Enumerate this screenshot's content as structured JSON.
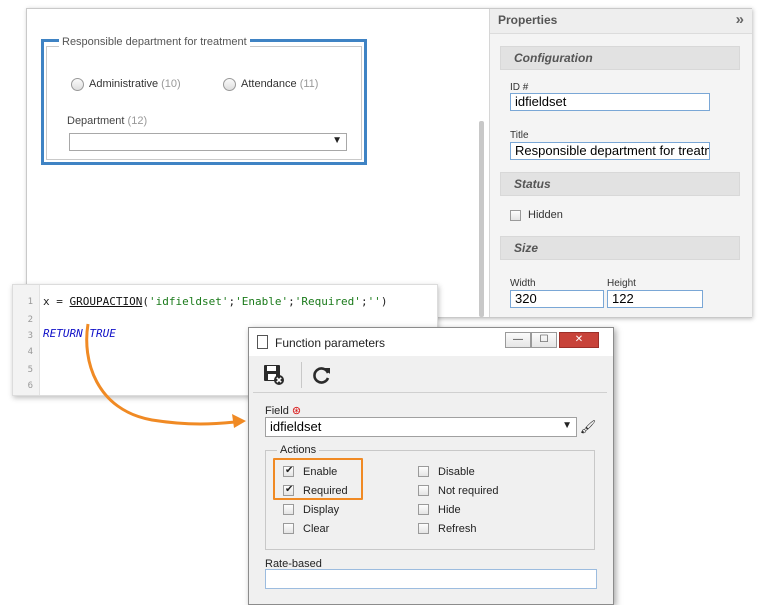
{
  "designer": {
    "fieldset_legend": "Responsible department for treatment",
    "radios": [
      {
        "label": "Administrative",
        "count": "(10)"
      },
      {
        "label": "Attendance",
        "count": "(11)"
      }
    ],
    "department": {
      "label": "Department",
      "count": "(12)"
    }
  },
  "properties": {
    "title": "Properties",
    "collapse_icon": "double-chevron-right-icon",
    "sections": {
      "configuration": "Configuration",
      "status": "Status",
      "size": "Size"
    },
    "id_label": "ID #",
    "id_value": "idfieldset",
    "title_label": "Title",
    "title_value": "Responsible department for treatment",
    "hidden_label": "Hidden",
    "width_label": "Width",
    "width_value": "320",
    "height_label": "Height",
    "height_value": "122"
  },
  "code": {
    "line_numbers": [
      "1",
      "2",
      "3",
      "4",
      "5",
      "6"
    ],
    "line1": {
      "var": "x",
      "eq": " = ",
      "fn": "GROUPACTION",
      "open": "(",
      "args": [
        "'idfieldset'",
        "'Enable'",
        "'Required'",
        "''"
      ],
      "sep": ";",
      "close": ")"
    },
    "line3": {
      "kw1": "RETURN",
      "kw2": "TRUE"
    }
  },
  "dialog": {
    "title": "Function parameters",
    "minimize": "—",
    "maximize": "☐",
    "close": "✕",
    "field_label": "Field",
    "field_value": "idfieldset",
    "actions_legend": "Actions",
    "actions_left": [
      {
        "label": "Enable",
        "checked": true
      },
      {
        "label": "Required",
        "checked": true
      },
      {
        "label": "Display",
        "checked": false
      },
      {
        "label": "Clear",
        "checked": false
      }
    ],
    "actions_right": [
      {
        "label": "Disable",
        "checked": false
      },
      {
        "label": "Not required",
        "checked": false
      },
      {
        "label": "Hide",
        "checked": false
      },
      {
        "label": "Refresh",
        "checked": false
      }
    ],
    "rate_label": "Rate-based",
    "rate_value": ""
  },
  "colors": {
    "selection_border": "#3f83c4",
    "highlight_arrow": "#f08a24",
    "close_button": "#c8433a"
  }
}
